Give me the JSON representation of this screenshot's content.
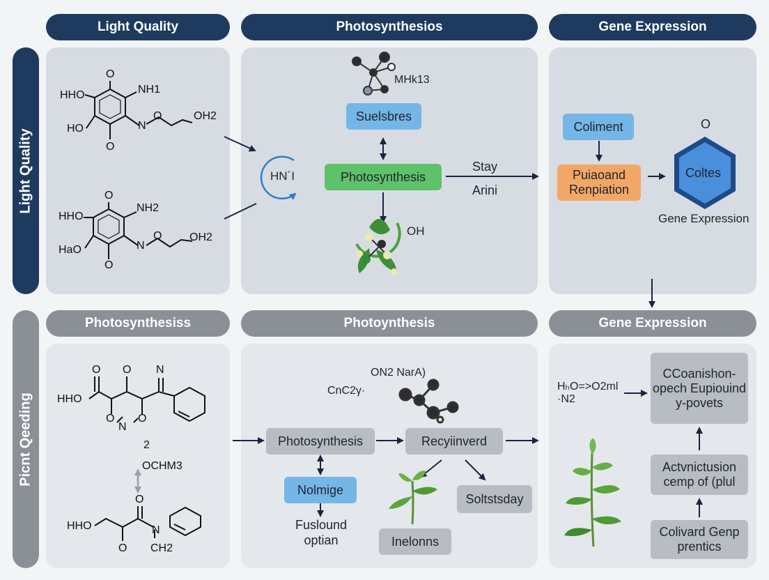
{
  "headers": {
    "top": [
      "Light Quality",
      "Photosynthesios",
      "Gene Expression"
    ],
    "bottom": [
      "Photosynthesiss",
      "Photoynthesis",
      "Gene Expression"
    ]
  },
  "sidebar": {
    "top": "Light Quality",
    "bottom": "Picnt Qeeding"
  },
  "top_left": {
    "mol1": {
      "a": "HHO",
      "b": "NH1",
      "c": "HO",
      "d": "N",
      "e": "O",
      "f": "OH2",
      "g": "O",
      "h": "O"
    },
    "mol2": {
      "a": "HHO",
      "b": "NH2",
      "c": "HaO",
      "d": "N",
      "e": "O",
      "f": "OH2",
      "g": "O",
      "h": "O"
    }
  },
  "top_mid": {
    "cycle_label": "HN´I",
    "molecule_label": "MHk13",
    "box_top": "Suelsbres",
    "box_main": "Photosynthesis",
    "side_text1": "Stay",
    "side_text2": "Arini",
    "bottom_label": "OH"
  },
  "top_right": {
    "box_top": "Coliment",
    "box_main": "Puiaoand Renpiation",
    "hex_label": "Coltes",
    "hex_top": "O",
    "caption": "Gene Expression"
  },
  "bottom_left": {
    "mol1": {
      "a": "HHO",
      "b": "O",
      "c": "O",
      "d": "N",
      "e": "O",
      "f": "N",
      "g": "O"
    },
    "mid1": "2",
    "mid2": "OCHM3",
    "mol2": {
      "a": "HHO",
      "b": "O",
      "c": "O",
      "d": "N",
      "e": "CH2"
    }
  },
  "bottom_mid": {
    "formula1": "ON2 NarA)",
    "formula2": "CnC2γ·",
    "box1": "Photosynthesis",
    "box2": "Recyiinverd",
    "box3": "Nolmige",
    "text_below": "Fuslound optian",
    "box4": "Inelonns",
    "box5": "Soltstsday"
  },
  "bottom_right": {
    "formula": "HₕO=>O2ml ·N2",
    "box1": "CCoanishon-opech Eupiouind y-povets",
    "box2": "Actvnictusion cemp of (plul",
    "box3": "Colivard Genp prentics"
  },
  "colors": {
    "navy": "#1e3a5f",
    "grey_pill": "#8b8f96",
    "blue": "#74b6e6",
    "green": "#5ec26a",
    "orange": "#f2a766",
    "hex": "#3f7fd0"
  }
}
